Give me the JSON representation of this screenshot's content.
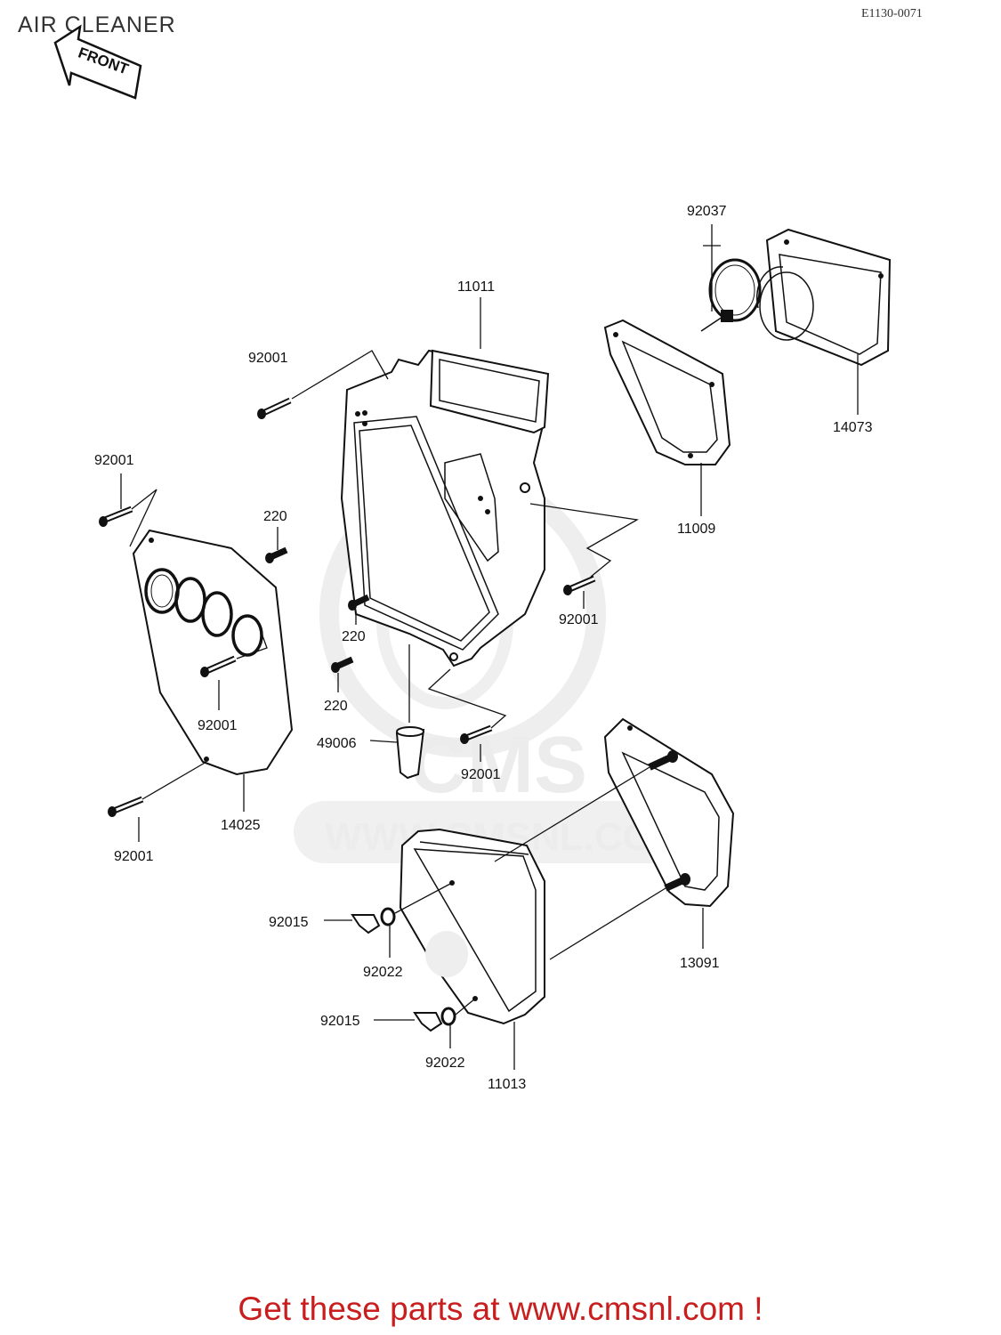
{
  "header": {
    "title": "AIR CLEANER",
    "ref_code": "E1130-0071",
    "front_arrow_label": "FRONT"
  },
  "watermark": {
    "brand": "CMS",
    "url": "WWW.CMSNL.COM"
  },
  "labels": {
    "p11011": "11011",
    "p92037": "92037",
    "p14073": "14073",
    "p92001_a": "92001",
    "p11009": "11009",
    "p92001_b": "92001",
    "p220_a": "220",
    "p92001_c": "92001",
    "p220_b": "220",
    "p220_c": "220",
    "p92001_d": "92001",
    "p49006": "49006",
    "p92001_e": "92001",
    "p14025": "14025",
    "p92001_f": "92001",
    "p92015_a": "92015",
    "p92022_a": "92022",
    "p13091": "13091",
    "p92015_b": "92015",
    "p92022_b": "92022",
    "p11013": "11013"
  },
  "footer": {
    "cta": "Get these parts at www.cmsnl.com !"
  },
  "colors": {
    "footer_text": "#c81e1e",
    "line_art": "#111111",
    "watermark": "#ececec"
  }
}
